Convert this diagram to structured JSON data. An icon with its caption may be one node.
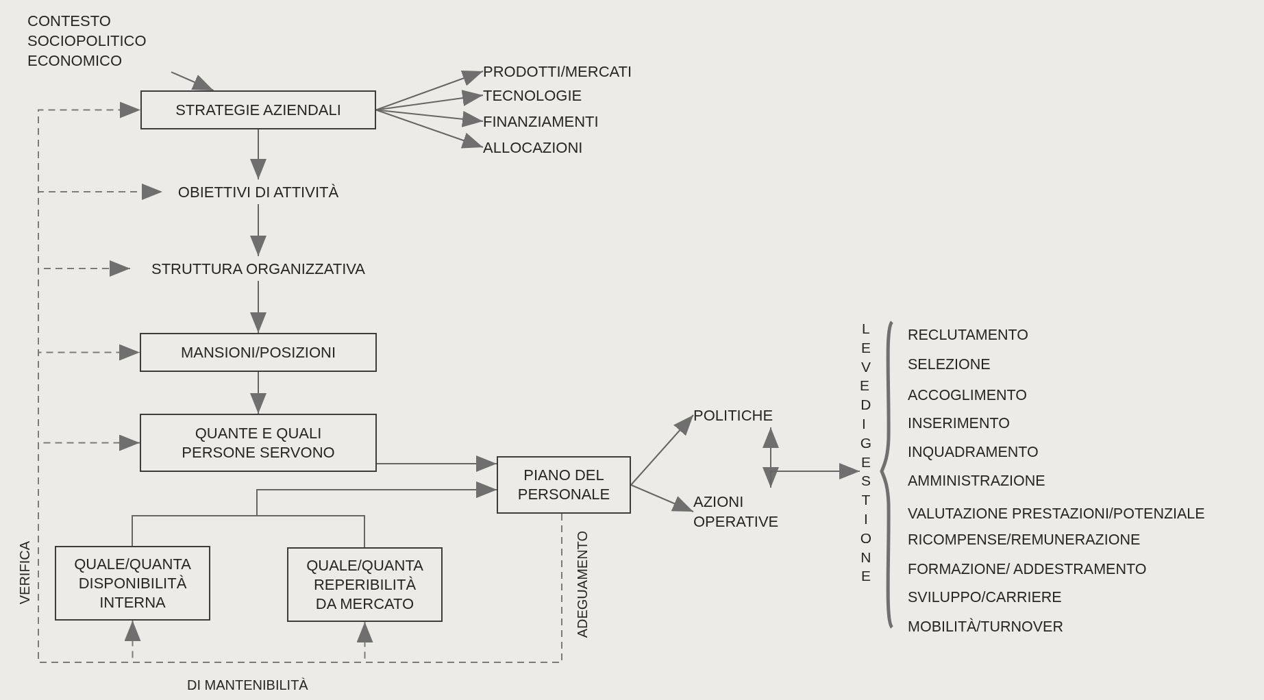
{
  "diagram": {
    "nodes": [
      {
        "text": [
          "CONTESTO SOCIOPOLITICO ECONOMICO"
        ]
      },
      {
        "text": [
          "STRATEGIE AZIENDALI"
        ]
      },
      {
        "text": [
          "PRODOTTI/MERCATI"
        ]
      },
      {
        "text": [
          "TECNOLOGIE"
        ]
      },
      {
        "text": [
          "FINANZIAMENTI"
        ]
      },
      {
        "text": [
          "ALLOCAZIONI"
        ]
      },
      {
        "text": [
          "OBIETTIVI DI ATTIVITÀ"
        ]
      },
      {
        "text": [
          "STRUTTURA ORGANIZZATIVA"
        ]
      },
      {
        "text": [
          "MANSIONI/POSIZIONI"
        ]
      },
      {
        "text": [
          "QUANTE E QUALI PERSONE SERVONO"
        ]
      },
      {
        "text": [
          "PIANO DEL PERSONALE"
        ]
      },
      {
        "text": [
          "QUALE/QUANTA DISPONIBILITÀ INTERNA"
        ]
      },
      {
        "text": [
          "QUALE/QUANTA REPERIBILITÀ DA MERCATO"
        ]
      },
      {
        "text": [
          "POLITICHE"
        ]
      },
      {
        "text": [
          "AZIONI OPERATIVE"
        ]
      },
      {
        "text": [
          "LEVE DI GESTIONE"
        ]
      }
    ],
    "edges": [
      {
        "from": 0,
        "to": 1,
        "arrow": "to"
      },
      {
        "from": 1,
        "to": 2,
        "arrow": "to"
      },
      {
        "from": 1,
        "to": 3,
        "arrow": "to"
      },
      {
        "from": 1,
        "to": 4,
        "arrow": "to"
      },
      {
        "from": 1,
        "to": 5,
        "arrow": "to"
      },
      {
        "from": 1,
        "to": 6,
        "arrow": "to"
      },
      {
        "from": 6,
        "to": 7,
        "arrow": "to"
      },
      {
        "from": 7,
        "to": 8,
        "arrow": "to"
      },
      {
        "from": 8,
        "to": 9,
        "arrow": "to"
      },
      {
        "from": 9,
        "to": 10,
        "arrow": "to"
      },
      {
        "from": 11,
        "to": 10,
        "arrow": "to"
      },
      {
        "from": 12,
        "to": 10,
        "arrow": "to"
      },
      {
        "from": 10,
        "to": 13,
        "arrow": "to"
      },
      {
        "from": 10,
        "to": 14,
        "arrow": "to"
      },
      {
        "from": 13,
        "to": 14,
        "arrow": "both"
      },
      {
        "from": 14,
        "to": 15,
        "arrow": "to"
      },
      {
        "from": 10,
        "to": 1,
        "arrow": "to",
        "style": "dashed"
      },
      {
        "from": 10,
        "to": 6,
        "arrow": "to",
        "style": "dashed"
      },
      {
        "from": 10,
        "to": 7,
        "arrow": "to",
        "style": "dashed"
      },
      {
        "from": 10,
        "to": 8,
        "arrow": "to",
        "style": "dashed"
      },
      {
        "from": 10,
        "to": 9,
        "arrow": "to",
        "style": "dashed"
      },
      {
        "from": 10,
        "to": 11,
        "arrow": "to",
        "style": "dashed"
      },
      {
        "from": 10,
        "to": 12,
        "arrow": "to",
        "style": "dashed"
      }
    ],
    "labels": [
      "RECLUTAMENTO",
      "SELEZIONE",
      "ACCOGLIMENTO",
      "INSERIMENTO",
      "INQUADRAMENTO",
      "AMMINISTRAZIONE",
      "VALUTAZIONE PRESTAZIONI/POTENZIALE",
      "RICOMPENSE/REMUNERAZIONE",
      "FORMAZIONE/ ADDESTRAMENTO",
      "SVILUPPO/CARRIERE",
      "MOBILITÀ/TURNOVER",
      "VERIFICA",
      "ADEGUAMENTO",
      "DI MANTENIBILITÀ"
    ]
  }
}
